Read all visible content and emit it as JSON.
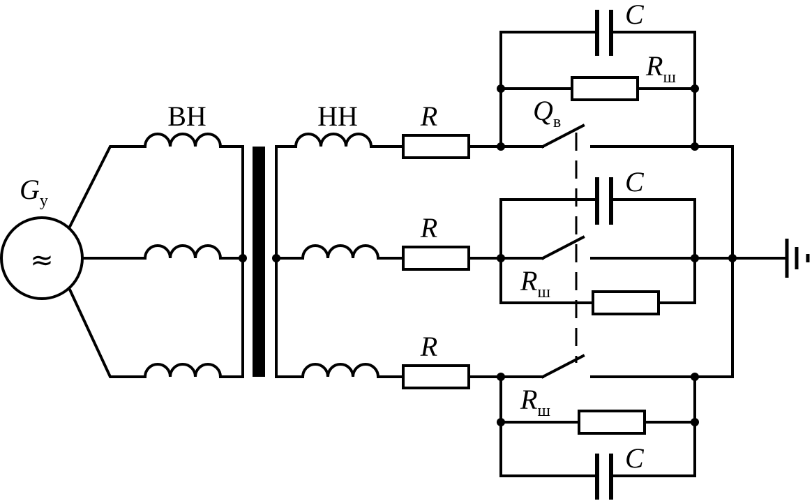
{
  "labels": {
    "generator_letter": "G",
    "generator_sub": "у",
    "generator_glyph": "≈",
    "winding_hv": "ВН",
    "winding_lv": "НН",
    "resistor_r": "R",
    "breaker_letter": "Q",
    "breaker_sub": "в",
    "shunt_letter": "R",
    "shunt_sub": "ш",
    "capacitor_c": "C"
  }
}
